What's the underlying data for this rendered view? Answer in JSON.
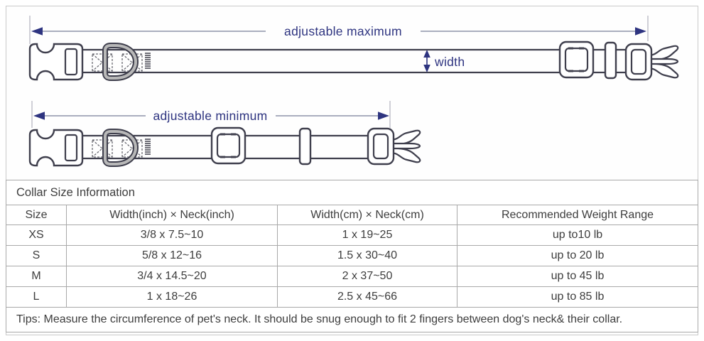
{
  "diagrams": {
    "maximum_label": "adjustable maximum",
    "minimum_label": "adjustable minimum",
    "width_label": "width"
  },
  "table": {
    "title": "Collar Size Information",
    "headers": [
      "Size",
      "Width(inch) × Neck(inch)",
      "Width(cm) × Neck(cm)",
      "Recommended Weight Range"
    ],
    "rows": [
      {
        "size": "XS",
        "inch": "3/8 x 7.5~10",
        "cm": "1 x 19~25",
        "weight": "up to10 lb"
      },
      {
        "size": "S",
        "inch": "5/8 x 12~16",
        "cm": "1.5 x 30~40",
        "weight": "up to 20 lb"
      },
      {
        "size": "M",
        "inch": "3/4 x 14.5~20",
        "cm": "2 x 37~50",
        "weight": "up to 45 lb"
      },
      {
        "size": "L",
        "inch": "1 x 18~26",
        "cm": "2.5 x 45~66",
        "weight": "up to 85 lb"
      }
    ],
    "tips": "Tips: Measure the circumference of pet's neck. It should be snug enough to fit 2 fingers between dog's neck& their collar."
  },
  "colors": {
    "accent_navy": "#2e3480",
    "dimension_line": "#8e93a8",
    "collar_outline": "#3f3f4d",
    "d_ring_fill": "#b8b8b8",
    "table_border": "#a9a9a9",
    "frame_border": "#c9c9c9",
    "text": "#3d3d3d"
  }
}
